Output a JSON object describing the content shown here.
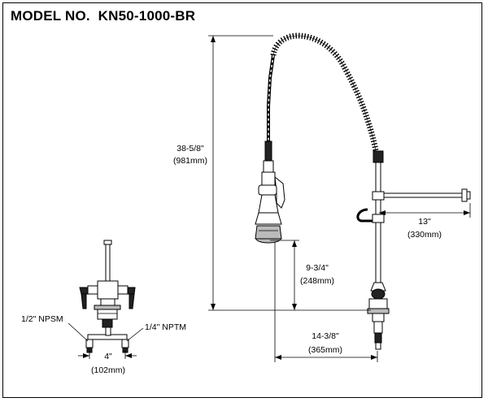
{
  "header": {
    "title": "MODEL NO.  KN50-1000-BR"
  },
  "dimensions": {
    "overall_height": {
      "imperial": "38-5/8\"",
      "metric": "(981mm)"
    },
    "hook_reach": {
      "imperial": "13\"",
      "metric": "(330mm)"
    },
    "spray_height": {
      "imperial": "9-3/4\"",
      "metric": "(248mm)"
    },
    "spray_reach": {
      "imperial": "14-3/8\"",
      "metric": "(365mm)"
    },
    "inlet_centers": {
      "imperial": "4\"",
      "metric": "(102mm)"
    }
  },
  "callouts": {
    "left_inlet": "1/2\" NPSM",
    "right_inlet": "1/4\" NPTM"
  }
}
